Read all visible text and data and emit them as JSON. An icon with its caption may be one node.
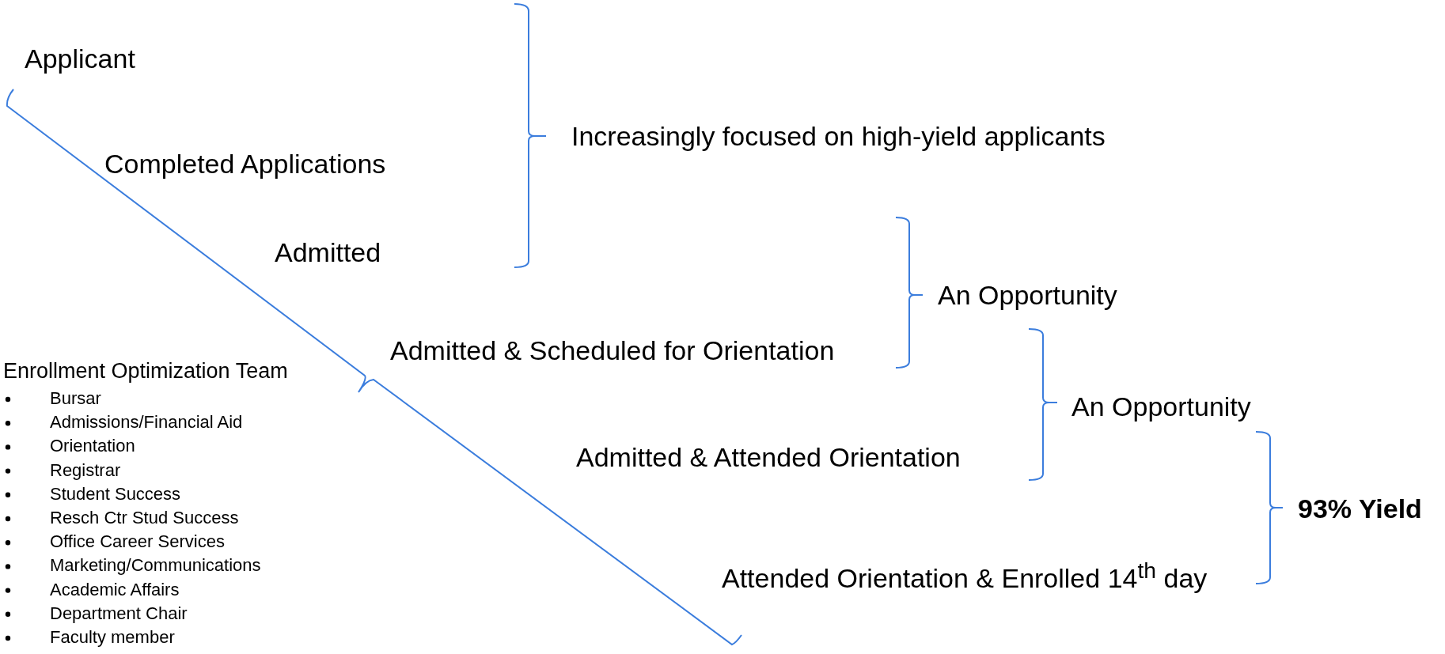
{
  "diagram": {
    "labels": [
      "Applicant",
      "Increasingly focused on high-yield applicants",
      "Completed Applications",
      "Admitted",
      "An Opportunity",
      "Admitted & Scheduled for Orientation",
      "Enrollment Optimization Team",
      "An Opportunity",
      "Admitted & Attended Orientation",
      "93% Yield",
      "Attended Orientation & Enrolled 14$^{th}$ day",
      "Bursar",
      "Admissions/Financial Aid",
      "Orientation",
      "Registrar",
      "Student Success",
      "Resch Ctr Stud Success",
      "Office Career Services",
      "Marketing/Communications",
      "Academic Affairs",
      "Department Chair",
      "Faculty member"
    ]
  }
}
